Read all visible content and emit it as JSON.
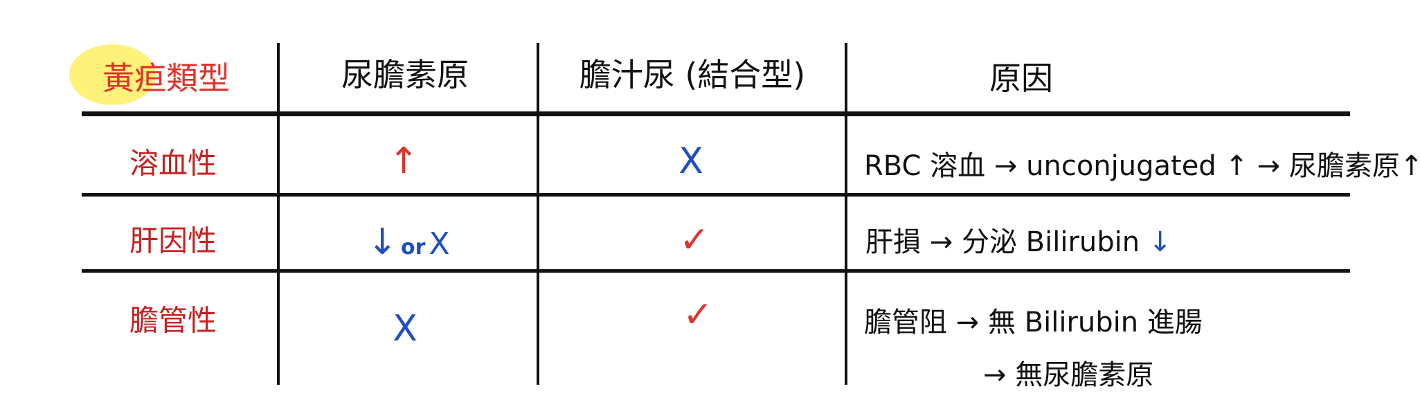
{
  "colors": {
    "red": "#e0322a",
    "dark_red": "#c8201f",
    "blue": "#1f4fbf",
    "highlight": "#fff27a",
    "ink": "#111111"
  },
  "headers": [
    "黃疸類型",
    "尿膽素原",
    "膽汁尿 (結合型)",
    "原因"
  ],
  "rows": [
    {
      "type": "溶血性",
      "urobilinogen": {
        "symbol": "↑",
        "color": "red"
      },
      "bilirubinuria": {
        "symbol": "X",
        "color": "blue"
      },
      "reason": {
        "lines": [
          [
            {
              "text": "RBC 溶血 → unconjugated "
            },
            {
              "text": "↑"
            },
            {
              "text": " → 尿膽素原"
            },
            {
              "text": "↑"
            }
          ]
        ]
      }
    },
    {
      "type": "肝因性",
      "urobilinogen": {
        "symbol": "↓",
        "connector": "or",
        "symbol2": "X",
        "color": "blue"
      },
      "bilirubinuria": {
        "symbol": "✓",
        "color": "red"
      },
      "reason": {
        "prefix": "肝損 → 分泌 Bilirubin",
        "arrow": "↓",
        "arrow_color": "blue"
      }
    },
    {
      "type": "膽管性",
      "urobilinogen": {
        "symbol": "X",
        "color": "blue"
      },
      "bilirubinuria": {
        "symbol": "✓",
        "color": "red"
      },
      "reason": {
        "line1": "膽管阻 → 無 Bilirubin 進腸",
        "line2": "→ 無尿膽素原"
      }
    }
  ]
}
